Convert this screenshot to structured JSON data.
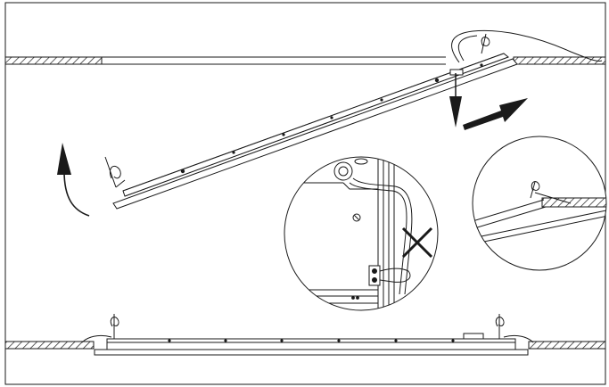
{
  "diagram": {
    "kind": "installation-illustration",
    "colors": {
      "line": "#1a1a1a",
      "hatch": "#1a1a1a",
      "background": "#ffffff"
    },
    "steps": [
      {
        "name": "tilt-panel-into-ceiling"
      },
      {
        "name": "connect-cable-detail"
      },
      {
        "name": "panel-seated-in-ceiling"
      }
    ],
    "symbols": [
      "up-curved-arrow-icon",
      "down-arrow-icon",
      "right-arrow-icon",
      "cross-mark-icon"
    ]
  }
}
